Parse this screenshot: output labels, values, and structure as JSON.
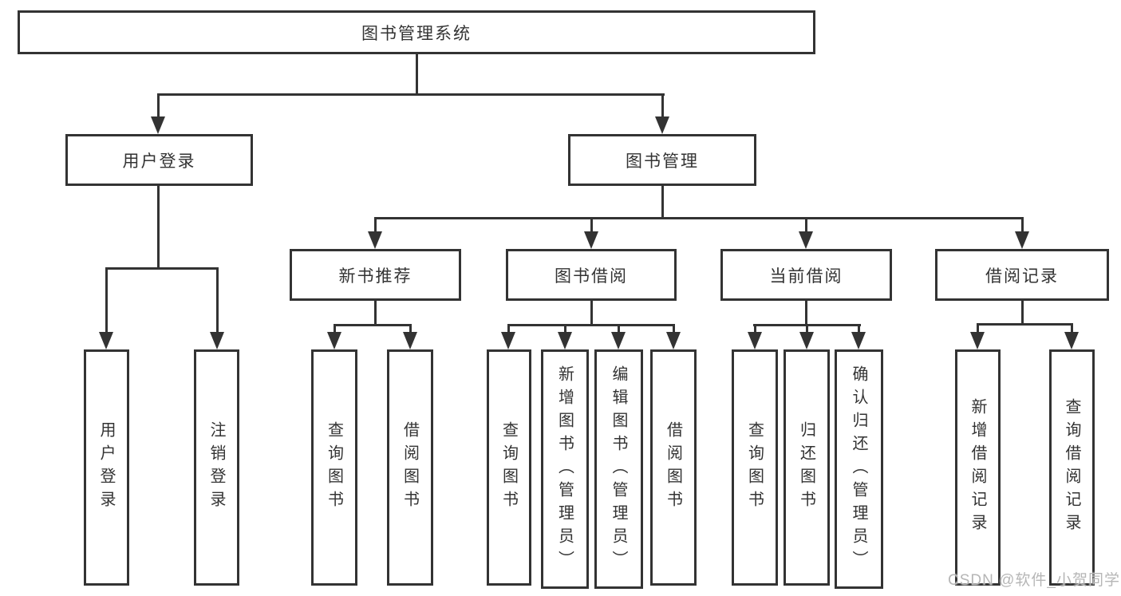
{
  "colors": {
    "line": "#333333",
    "text": "#333333",
    "background": "#ffffff",
    "watermark": "#b6b6b6"
  },
  "tree": {
    "root": "图书管理系统",
    "branches": [
      {
        "label": "用户登录",
        "children": [
          "用户登录",
          "注销登录"
        ]
      },
      {
        "label": "图书管理",
        "sections": [
          {
            "label": "新书推荐",
            "children": [
              "查询图书",
              "借阅图书"
            ]
          },
          {
            "label": "图书借阅",
            "children": [
              "查询图书",
              "新增图书（管理员）",
              "编辑图书（管理员）",
              "借阅图书"
            ]
          },
          {
            "label": "当前借阅",
            "children": [
              "查询图书",
              "归还图书",
              "确认归还（管理员）"
            ]
          },
          {
            "label": "借阅记录",
            "children": [
              "新增借阅记录",
              "查询借阅记录"
            ]
          }
        ]
      }
    ]
  },
  "watermark": "CSDN @软件_小贺同学"
}
